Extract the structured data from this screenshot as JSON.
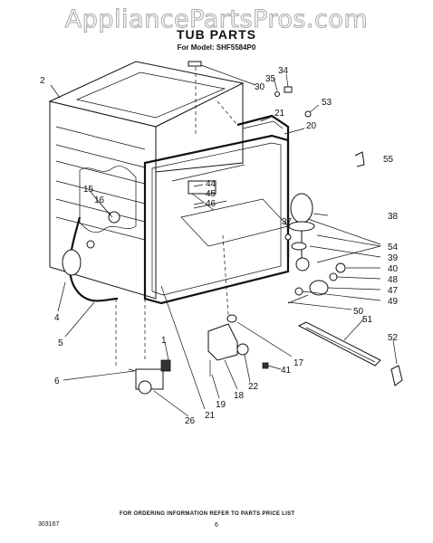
{
  "watermark": "AppliancePartsPros.com",
  "title": "TUB PARTS",
  "model_line": "For Model: SHF5584P0",
  "footer_note": "FOR ORDERING INFORMATION REFER TO PARTS PRICE LIST",
  "doc_number": "303167",
  "page_number": "6",
  "callouts": [
    "2",
    "30",
    "35",
    "34",
    "53",
    "21",
    "20",
    "55",
    "44",
    "45",
    "46",
    "15",
    "16",
    "37",
    "38",
    "54",
    "39",
    "40",
    "48",
    "47",
    "49",
    "50",
    "51",
    "52",
    "4",
    "5",
    "6",
    "1",
    "17",
    "41",
    "22",
    "18",
    "19",
    "21",
    "26"
  ]
}
